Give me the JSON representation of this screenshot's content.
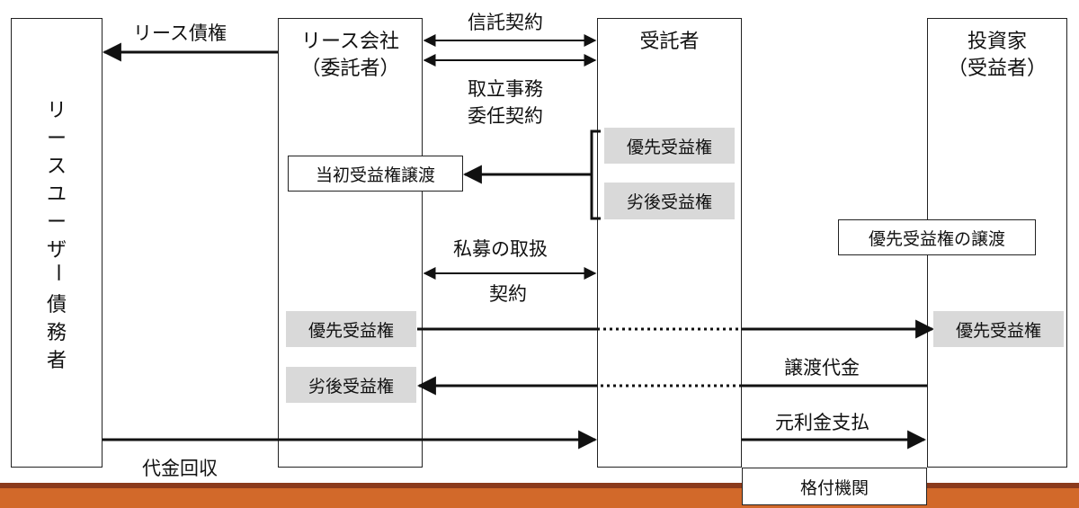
{
  "entities": {
    "user_lines": [
      "リ",
      "ー",
      "ス",
      "ユ",
      "ー",
      "ザ",
      "ー",
      "",
      "債",
      "務",
      "者"
    ],
    "lease_company_line1": "リース会社",
    "lease_company_line2": "（委託者）",
    "trustee": "受託者",
    "investor_line1": "投資家",
    "investor_line2": "（受益者）"
  },
  "labels": {
    "lease_claim": "リース債権",
    "trust_contract": "信託契約",
    "admin_contract_line1": "取立事務",
    "admin_contract_line2": "委任契約",
    "private_placement_line1": "私募の取扱",
    "private_placement_line2": "契約",
    "transfer_price": "譲渡代金",
    "principal_interest": "元利金支払",
    "collection": "代金回収"
  },
  "boxes": {
    "initial_transfer": "当初受益権譲渡",
    "senior_transfer": "優先受益権の譲渡",
    "rating_agency": "格付機関",
    "senior_trustee": "優先受益権",
    "junior_trustee": "劣後受益権",
    "senior_lease": "優先受益権",
    "junior_lease": "劣後受益権",
    "senior_investor": "優先受益権"
  },
  "colors": {
    "bar_dark": "#8b3a1c",
    "bar_orange": "#d2692a",
    "gray_fill": "#d9d9d9"
  }
}
